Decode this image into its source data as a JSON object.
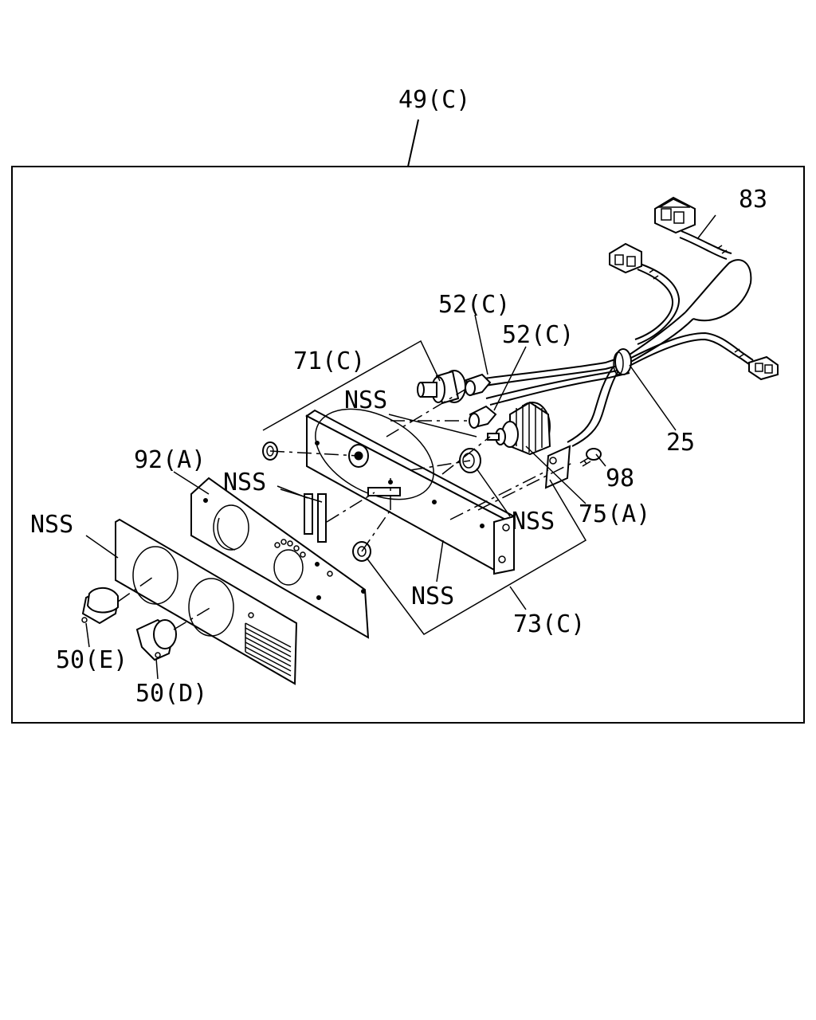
{
  "labels": {
    "assembly": "49(C)",
    "harness": "83",
    "bulb_socket_1": "52(C)",
    "bulb_socket_2": "52(C)",
    "bracket_top": "71(C)",
    "nss_top": "NSS",
    "clip": "25",
    "bezel_plate": "92(A)",
    "nss_strips": "NSS",
    "nss_face": "NSS",
    "screw": "98",
    "switch": "75(A)",
    "nss_bushing": "NSS",
    "nss_bracket": "NSS",
    "bracket_group": "73(C)",
    "knob_e": "50(E)",
    "knob_d": "50(D)"
  }
}
